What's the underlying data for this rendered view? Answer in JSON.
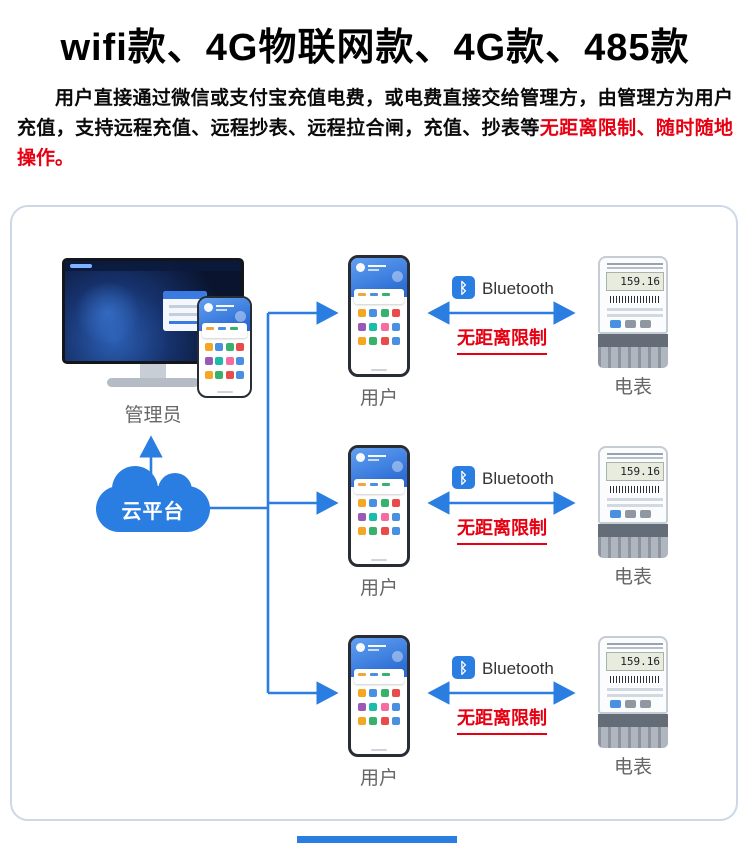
{
  "title": "wifi款、4G物联网款、4G款、485款",
  "intro": {
    "body": "用户直接通过微信或支付宝充值电费，或电费直接交给管理方，由管理方为用户充值，支持远程充值、远程抄表、远程拉合闸，充值、抄表等",
    "highlight": "无距离限制、随时随地操作。"
  },
  "diagram": {
    "admin_label": "管理员",
    "cloud_label": "云平台",
    "bluetooth_glyph": "ᛒ",
    "rows": [
      {
        "bluetooth_label": "Bluetooth",
        "limit_label": "无距离限制",
        "user_label": "用户",
        "meter_label": "电表",
        "meter_reading": "159.16"
      },
      {
        "bluetooth_label": "Bluetooth",
        "limit_label": "无距离限制",
        "user_label": "用户",
        "meter_label": "电表",
        "meter_reading": "159.16"
      },
      {
        "bluetooth_label": "Bluetooth",
        "limit_label": "无距离限制",
        "user_label": "用户",
        "meter_label": "电表",
        "meter_reading": "159.16"
      }
    ],
    "colors": {
      "blue": "#2a7de1",
      "red": "#e60012"
    }
  }
}
